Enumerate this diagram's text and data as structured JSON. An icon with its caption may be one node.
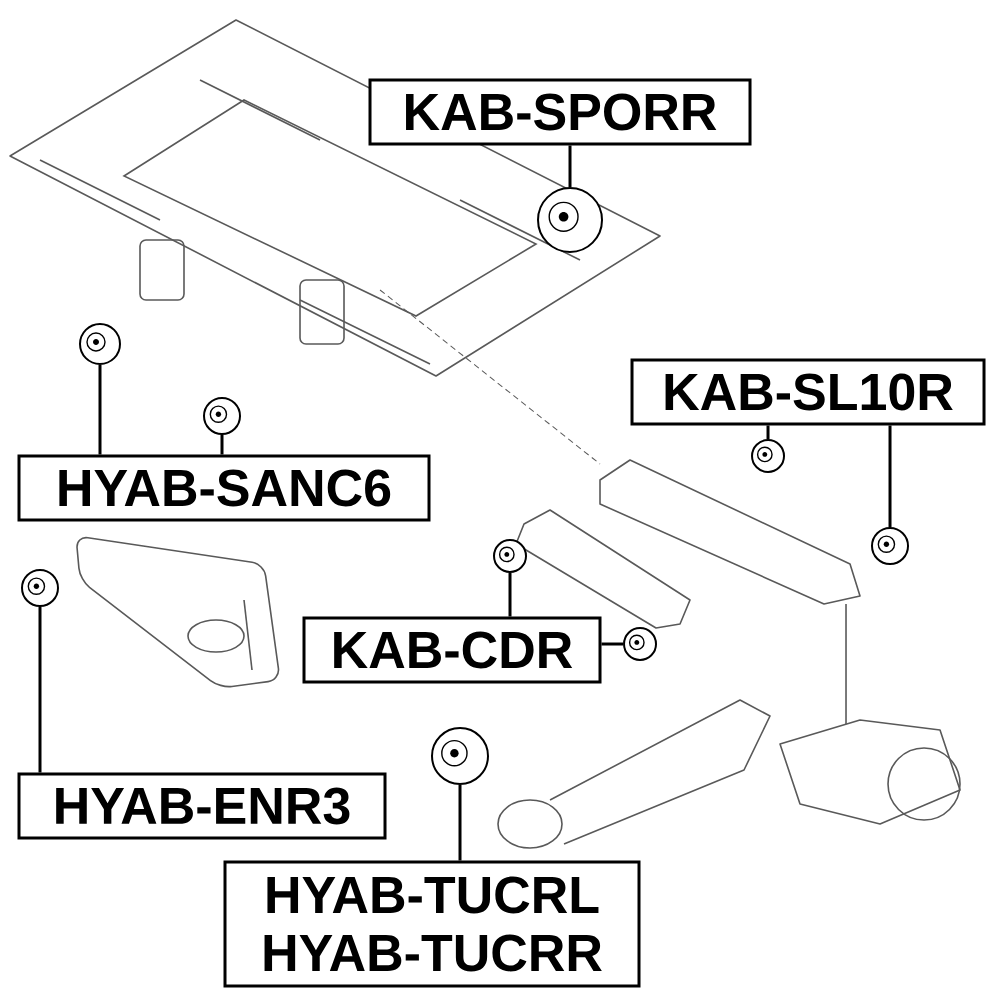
{
  "diagram": {
    "nodes": [
      {
        "text": [
          "KAB-SPORR"
        ]
      },
      {
        "text": [],
        "shape": "picture"
      },
      {
        "text": [
          "KAB-SL10R"
        ]
      },
      {
        "text": [],
        "shape": "picture"
      },
      {
        "text": [],
        "shape": "picture"
      },
      {
        "text": [
          "HYAB-SANC6"
        ]
      },
      {
        "text": [],
        "shape": "picture"
      },
      {
        "text": [],
        "shape": "picture"
      },
      {
        "text": [
          "KAB-CDR"
        ]
      },
      {
        "text": [],
        "shape": "picture"
      },
      {
        "text": [],
        "shape": "picture"
      },
      {
        "text": [
          "HYAB-ENR3"
        ]
      },
      {
        "text": [],
        "shape": "picture"
      },
      {
        "text": [
          "HYAB-TUCRL",
          "HYAB-TUCRR"
        ]
      },
      {
        "text": [],
        "shape": "picture"
      }
    ],
    "edges": [
      {
        "from": 0,
        "to": 1,
        "arrow": "none"
      },
      {
        "from": 2,
        "to": 3,
        "arrow": "none"
      },
      {
        "from": 2,
        "to": 4,
        "arrow": "none"
      },
      {
        "from": 5,
        "to": 6,
        "arrow": "none"
      },
      {
        "from": 5,
        "to": 7,
        "arrow": "none"
      },
      {
        "from": 8,
        "to": 9,
        "arrow": "none"
      },
      {
        "from": 8,
        "to": 10,
        "arrow": "none"
      },
      {
        "from": 11,
        "to": 12,
        "arrow": "none"
      },
      {
        "from": 13,
        "to": 14,
        "arrow": "none"
      }
    ]
  }
}
